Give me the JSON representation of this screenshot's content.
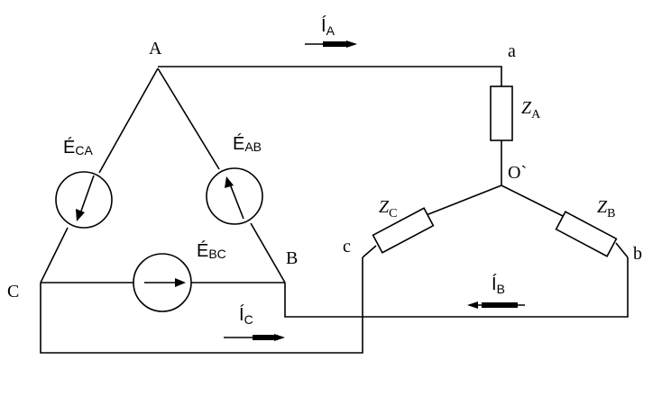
{
  "nodes": {
    "A": "A",
    "B": "B",
    "C": "C",
    "a": "a",
    "b": "b",
    "c": "c",
    "O": "O`"
  },
  "currents": {
    "IA": {
      "main": "Í",
      "sub": "A"
    },
    "IB": {
      "main": "Í",
      "sub": "B"
    },
    "IC": {
      "main": "Í",
      "sub": "C"
    }
  },
  "sources": {
    "ECA": {
      "main": "É",
      "sub": "CA"
    },
    "EAB": {
      "main": "É",
      "sub": "AB"
    },
    "EBC": {
      "main": "É",
      "sub": "BC"
    }
  },
  "impedances": {
    "ZA": {
      "main": "Z",
      "sub": "A"
    },
    "ZB": {
      "main": "Z",
      "sub": "B"
    },
    "ZC": {
      "main": "Z",
      "sub": "C"
    }
  }
}
